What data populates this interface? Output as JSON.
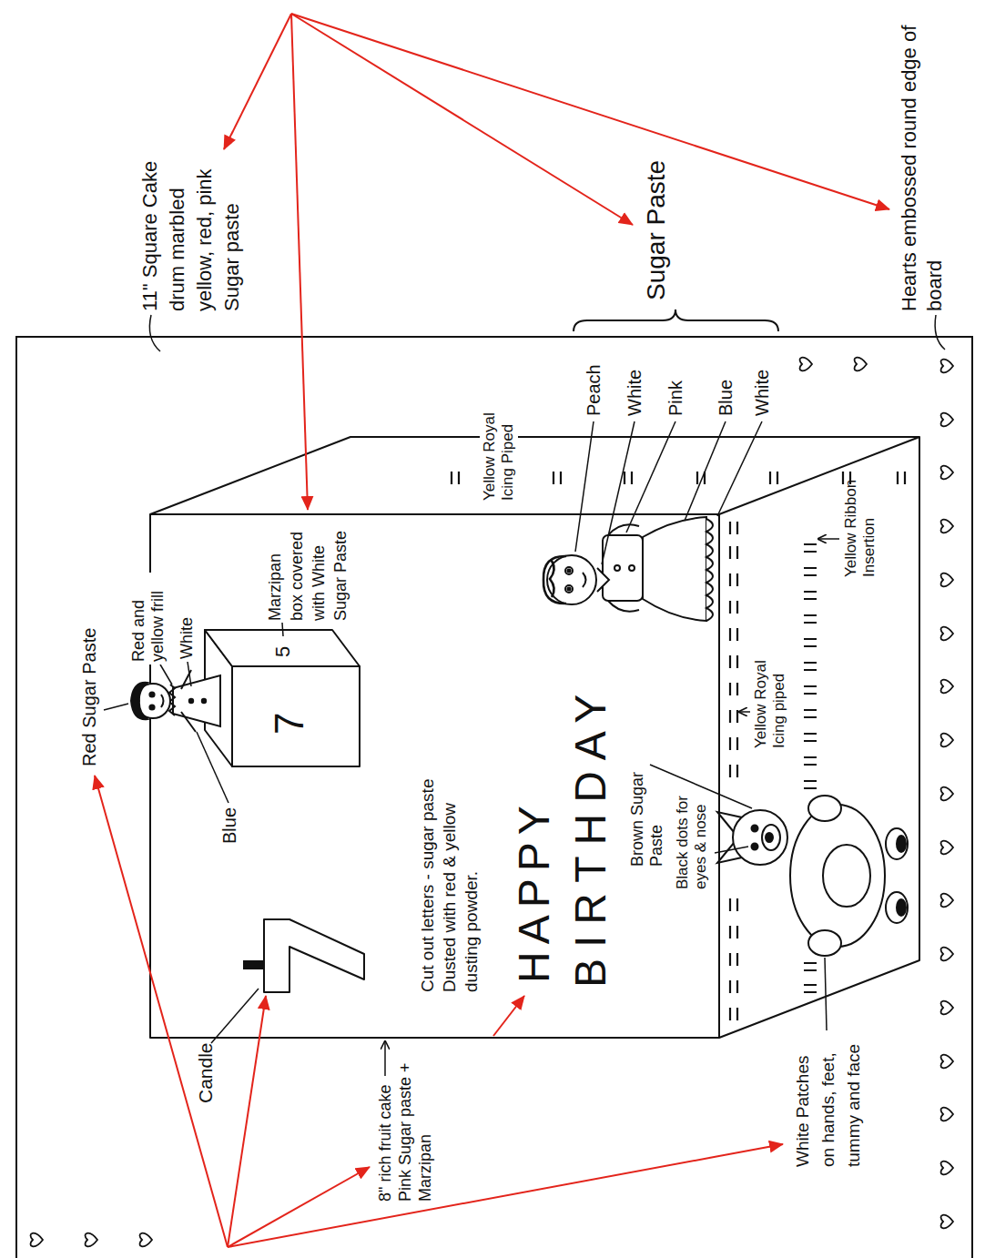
{
  "diagram": {
    "labels": [
      "11\" Square Cake drum marbled yellow, red, pink Sugar paste",
      "Red Sugar Paste",
      "Candle",
      "Blue",
      "Red and yellow frill",
      "White",
      "Marzipan box covered with White Sugar Paste",
      "7",
      "5",
      "Cut out letters - sugar paste Dusted with red & yellow dusting powder.",
      "HAPPY",
      "BIRTHDAY",
      "Brown Sugar Paste",
      "Black dots for eyes & nose",
      "Yellow Royal Icing piped",
      "White Patches on hands, feet, tummy and face",
      "8\" rich fruit cake Pink Sugar paste + Marzipan",
      "Yellow Royal Icing Piped",
      "Peach",
      "White",
      "Pink",
      "Blue",
      "White",
      "Sugar Paste",
      "Yellow Ribbon Insertion",
      "Hearts embossed round edge of board"
    ]
  }
}
